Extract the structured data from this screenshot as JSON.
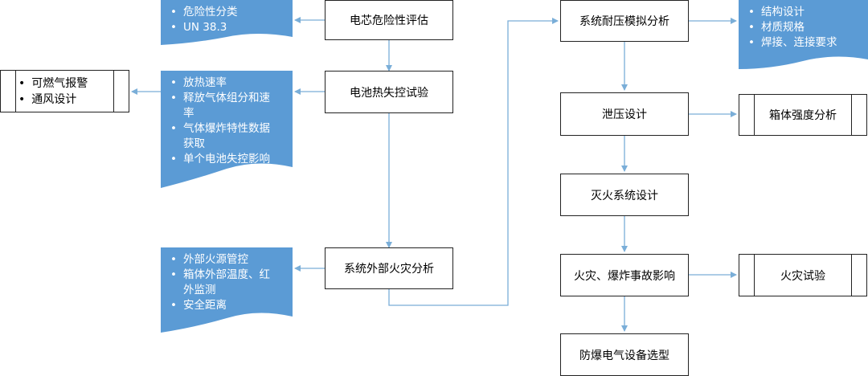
{
  "colors": {
    "note_fill": "#5b9bd5",
    "line": "#7aaed8",
    "border": "#222222"
  },
  "nodes": {
    "hazard_eval": "电芯危险性评估",
    "thermal_runaway_test": "电池热失控试验",
    "external_fire": "系统外部火灾分析",
    "pressure_sim": "系统耐压模拟分析",
    "pressure_relief": "泄压设计",
    "fire_suppression": "灭火系统设计",
    "fire_explosion_impact": "火灾、爆炸事故影响",
    "explosion_proof": "防爆电气设备选型",
    "box_strength": "箱体强度分析",
    "fire_test": "火灾试验"
  },
  "side_list": [
    "可燃气报警",
    "通风设计"
  ],
  "notes": {
    "hazard": [
      "危险性分类",
      "UN 38.3"
    ],
    "runaway": [
      "放热速率",
      "释放气体组分和速",
      "率",
      "气体爆炸特性数据",
      "获取",
      "单个电池失控影响"
    ],
    "external": [
      "外部火源管控",
      "箱体外部温度、红",
      "外监测",
      "安全距离"
    ],
    "structure": [
      "结构设计",
      "材质规格",
      "焊接、连接要求"
    ]
  }
}
